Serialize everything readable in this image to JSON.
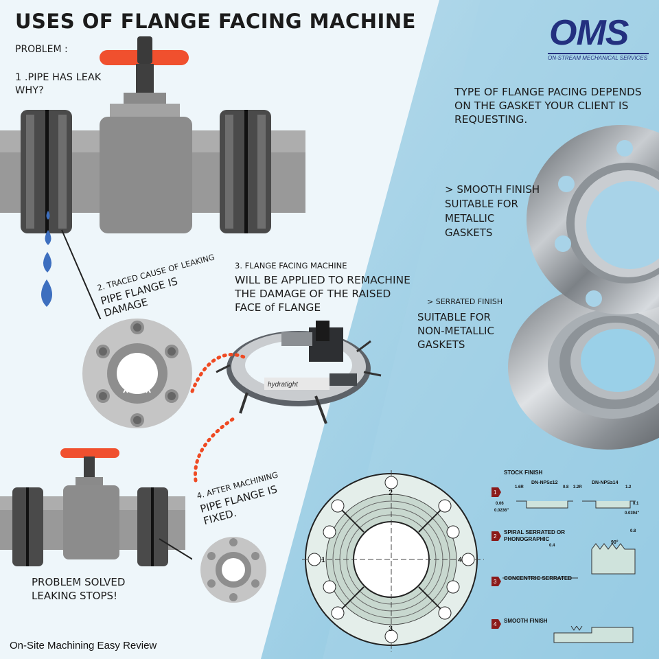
{
  "title": "USES OF FLANGE FACING MACHINE",
  "problem_label": "PROBLEM :",
  "step1": {
    "line1": "1 .PIPE HAS LEAK",
    "line2": "WHY?"
  },
  "step2": {
    "caption": "2. TRACED CAUSE OF LEAKING",
    "line1": "PIPE FLANGE IS",
    "line2": "DAMAGE"
  },
  "step3": {
    "caption": "3. FLANGE FACING MACHINE",
    "line1": "WILL BE APPLIED TO REMACHINE",
    "line2": "THE DAMAGE OF THE RAISED",
    "line3": "FACE of FLANGE"
  },
  "step4": {
    "caption": "4. AFTER MACHINING",
    "line1": "PIPE FLANGE IS",
    "line2": "FIXED."
  },
  "solved": {
    "line1": "PROBLEM SOLVED",
    "line2": "LEAKING STOPS!"
  },
  "logo": {
    "name": "OMS",
    "subtitle": "ON-STREAM MECHANICAL SERVICES"
  },
  "gasket_note": {
    "line1": "TYPE OF FLANGE PACING DEPENDS",
    "line2": "ON THE GASKET YOUR CLIENT IS",
    "line3": "REQUESTING."
  },
  "smooth": {
    "line1": "> SMOOTH FINISH",
    "line2": "SUITABLE FOR",
    "line3": "METALLIC",
    "line4": "GASKETS"
  },
  "serrated": {
    "caption": "> SERRATED FINISH",
    "line1": "SUITABLE FOR",
    "line2": "NON-METALLIC",
    "line3": "GASKETS"
  },
  "machine_brand": "hydratight",
  "finishes": {
    "stock": "STOCK FINISH",
    "dn_small": "DN-NPS≤12",
    "dn_large": "DN-NPS≥14",
    "dim_16r": "1.6R",
    "dim_08a": "0.8",
    "dim_32r": "3.2R",
    "dim_12": "1.2",
    "dim_006": "0.06",
    "dim_00236": "0.0236\"",
    "dim_01": "0.1",
    "dim_00394": "0.0394\"",
    "spiral": "SPIRAL SERRATED OR",
    "phono": "PHONOGRAPHIC",
    "dim_08b": "0.8",
    "dim_04": "0.4",
    "dim_90": "90°",
    "concentric": "CONCENTRIC SERRATED",
    "smooth": "SMOOTH FINISH",
    "n1": "1",
    "n2": "2",
    "n3": "3",
    "n4": "4"
  },
  "section_numbers": {
    "top": "2",
    "left": "1",
    "right": "4",
    "bottom": "3"
  },
  "footer": "On-Site Machining Easy Review",
  "colors": {
    "accent_red": "#f0502e",
    "leak_blue": "#3d6fbf",
    "brand_blue": "#23307f",
    "pipe_gray": "#8f8f8f",
    "dot_orange": "#ef4a23"
  }
}
